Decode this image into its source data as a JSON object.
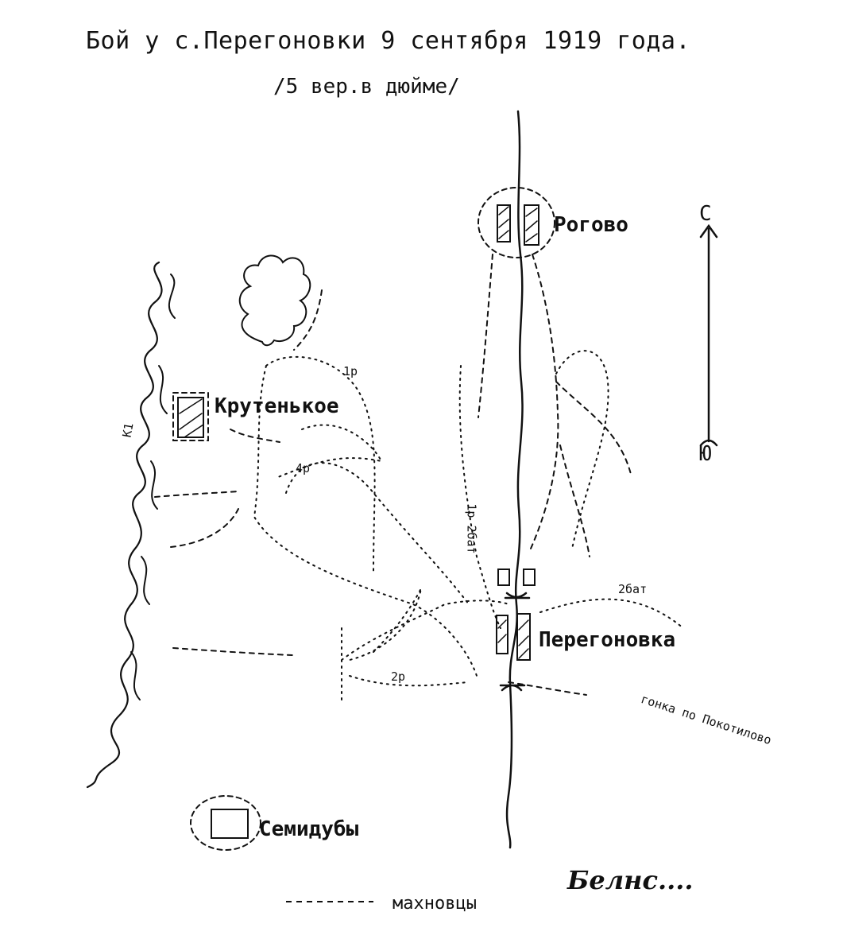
{
  "title": "Бой у с.Перегоновки 9 сентября 1919 года.",
  "scale_note": "/5 вер.в дюйме/",
  "places": {
    "rogovo": "Рогово",
    "krutenkoe": "Крутенькое",
    "peregonovka": "Перегоновка",
    "semidub": "Семидубы"
  },
  "compass": {
    "north": "С",
    "south": "Ю"
  },
  "unit_labels": {
    "r1": "1р",
    "r4": "4р",
    "r2": "2р",
    "k1": "К1",
    "r2_bat": "1р 2бат",
    "bat2": "2бат"
  },
  "route_note": "гонка по Покотилово",
  "signature": "Белнс....",
  "legend": {
    "line_style": "-------",
    "label": "махновцы"
  },
  "colors": {
    "ink": "#111111",
    "background": "#ffffff"
  }
}
